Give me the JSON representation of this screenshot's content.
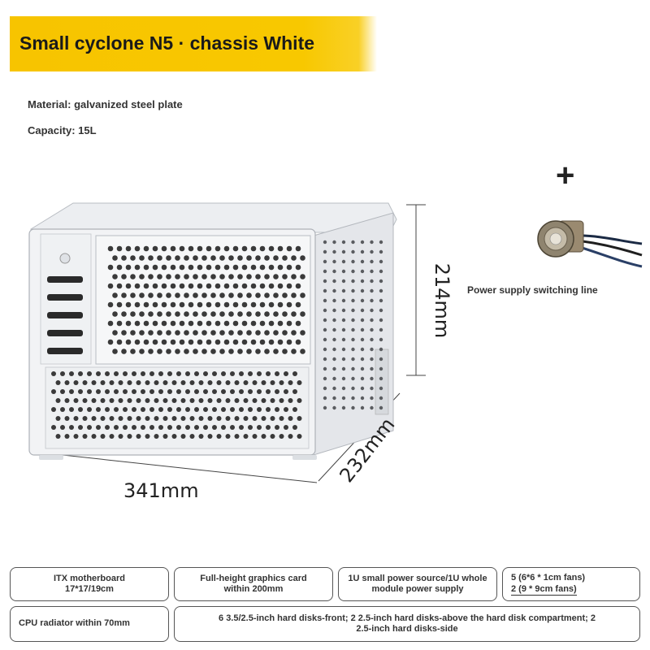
{
  "header": {
    "title": "Small cyclone N5 · chassis White"
  },
  "specs": {
    "material": "Material: galvanized steel plate",
    "capacity": "Capacity: 15L"
  },
  "dimensions": {
    "height": "214mm",
    "depth": "232mm",
    "width": "341mm"
  },
  "accessory": {
    "plus": "+",
    "caption": "Power supply switching line"
  },
  "features": {
    "motherboard": [
      "ITX motherboard",
      "17*17/19cm"
    ],
    "graphics": [
      "Full-height graphics card",
      "within 200mm"
    ],
    "power": [
      "1U small power source/1U whole",
      "module power supply"
    ],
    "fans": [
      "5 (6*6 * 1cm fans)",
      "2 (9 * 9cm fans)"
    ],
    "cpu": "CPU radiator within 70mm",
    "drives": [
      "6 3.5/2.5-inch hard disks-front; 2 2.5-inch hard disks-above the hard disk compartment; 2",
      "2.5-inch hard disks-side"
    ]
  },
  "colors": {
    "banner": "#f7c400",
    "chassis": "#f2f3f5"
  }
}
